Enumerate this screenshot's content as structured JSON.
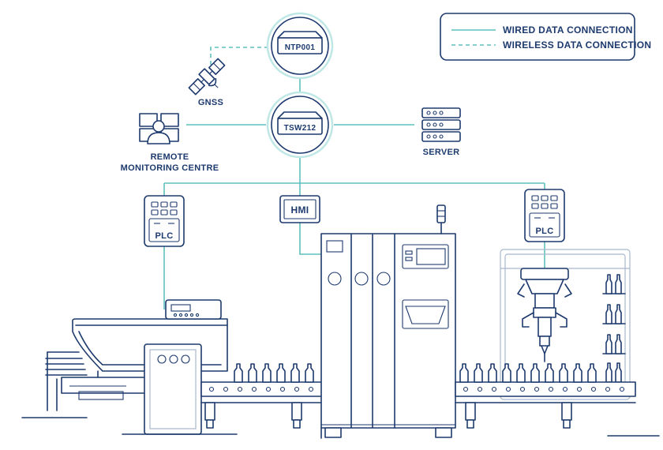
{
  "legend": {
    "wired": "WIRED DATA CONNECTION",
    "wireless": "WIRELESS DATA CONNECTION"
  },
  "nodes": {
    "ntp": "NTP001",
    "switch": "TSW212",
    "gnss": "GNSS",
    "remote_line1": "REMOTE",
    "remote_line2": "MONITORING CENTRE",
    "server": "SERVER",
    "hmi": "HMI",
    "plc_left": "PLC",
    "plc_right": "PLC"
  },
  "colors": {
    "navy": "#1d3a6e",
    "teal": "#5fc0bd",
    "light": "#a9b8cd"
  },
  "icons": [
    "satellite-icon",
    "operator-icon",
    "server-icon",
    "router-icon",
    "plc-icon",
    "hmi-icon"
  ]
}
